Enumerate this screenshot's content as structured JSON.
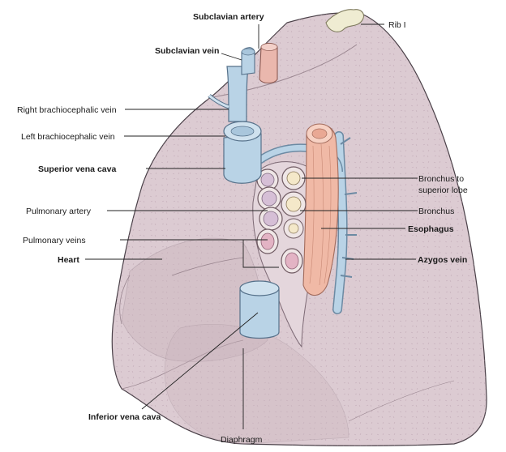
{
  "diagram": {
    "labels": {
      "subclavian_artery": "Subclavian artery",
      "rib_i": "Rib I",
      "subclavian_vein": "Subclavian vein",
      "right_brachiocephalic_vein": "Right brachiocephalic vein",
      "left_brachiocephalic_vein": "Left brachiocephalic vein",
      "superior_vena_cava": "Superior vena cava",
      "bronchus_to_superior_lobe_1": "Bronchus to",
      "bronchus_to_superior_lobe_2": "superior lobe",
      "pulmonary_artery": "Pulmonary artery",
      "bronchus": "Bronchus",
      "esophagus": "Esophagus",
      "pulmonary_veins": "Pulmonary veins",
      "heart": "Heart",
      "azygos_vein": "Azygos vein",
      "inferior_vena_cava": "Inferior vena cava",
      "diaphragm": "Diaphragm"
    },
    "colors": {
      "lung": "#dccbd2",
      "lung_dark": "#cbb5be",
      "vein": "#b9d3e6",
      "artery": "#eab7ad",
      "esophagus": "#f0b9a6",
      "bone": "#efecd2",
      "pulmonary_vessel": "#d6bfd6"
    }
  }
}
